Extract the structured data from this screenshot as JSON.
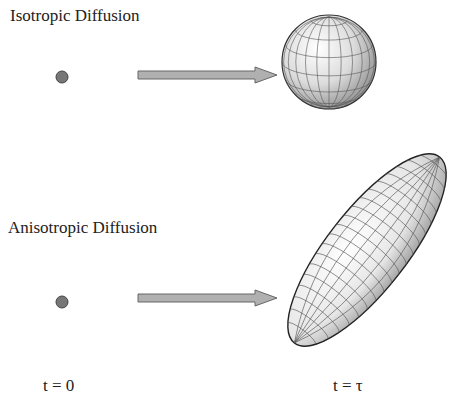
{
  "diagram": {
    "labels": [
      "Isotropic Diffusion",
      "Anisotropic Diffusion",
      "t = 0",
      "t = τ"
    ]
  }
}
